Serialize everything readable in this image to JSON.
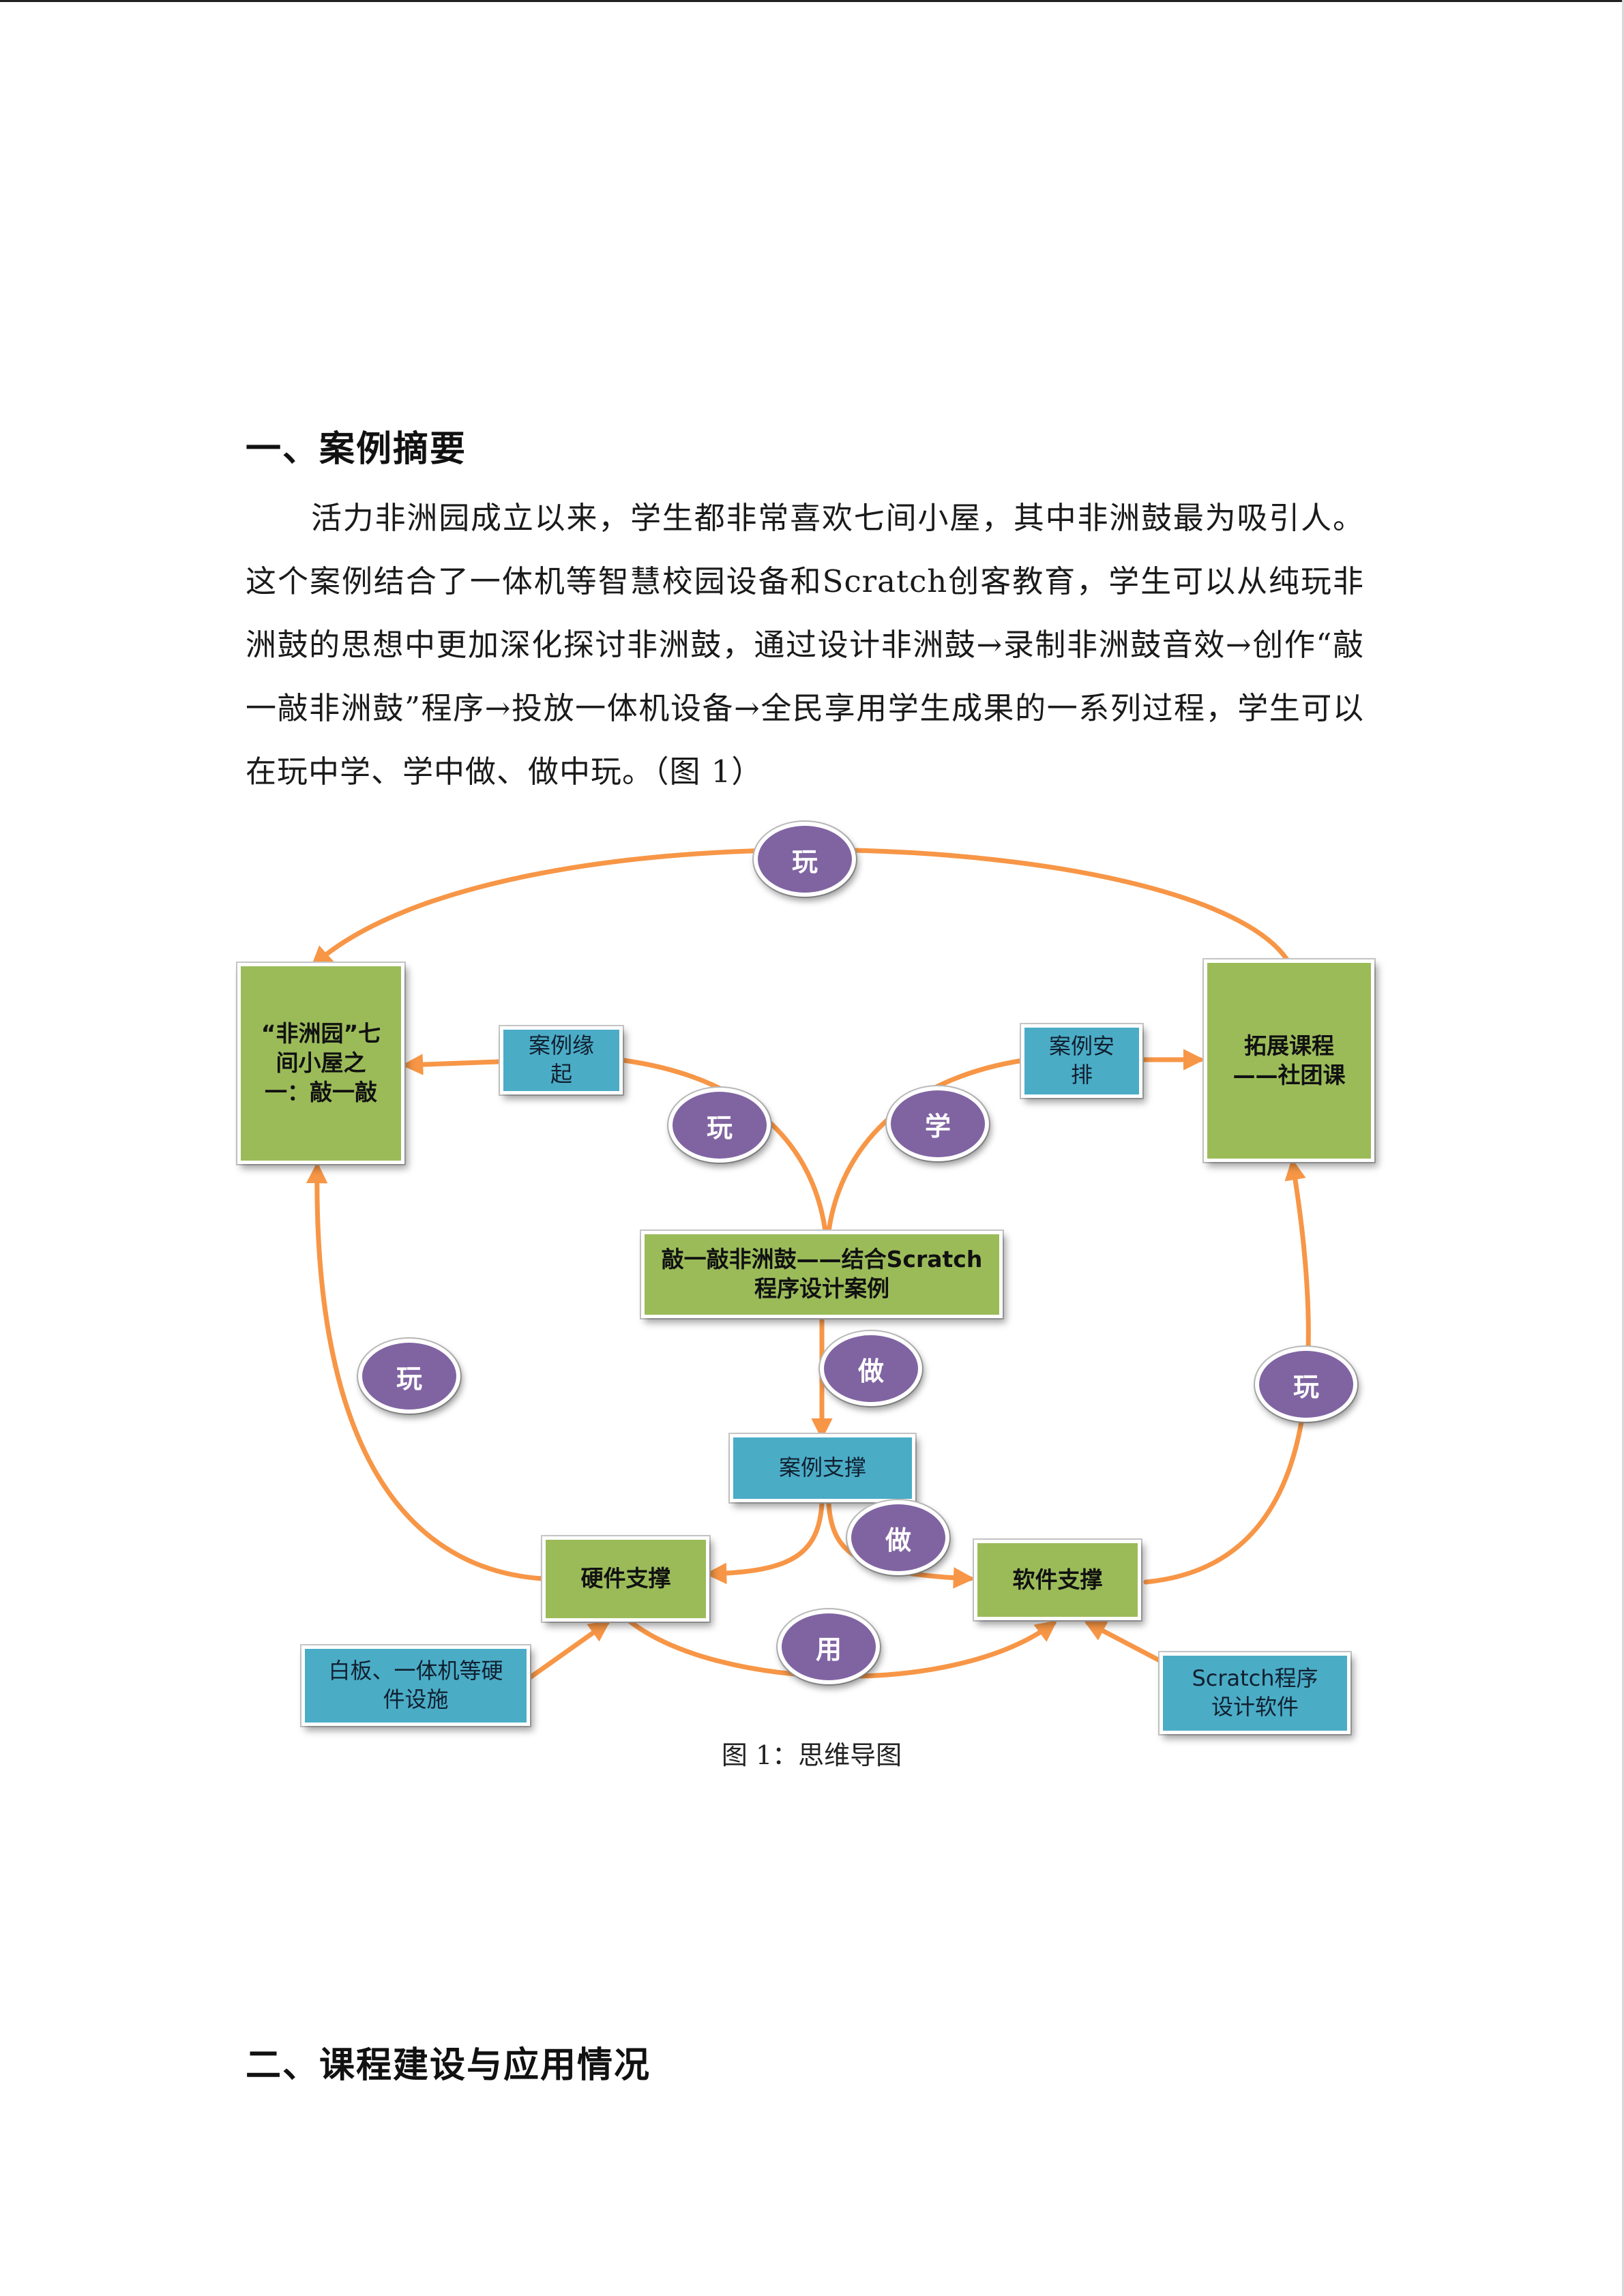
{
  "section1": {
    "heading": "一、案例摘要"
  },
  "summary": {
    "text": "活力非洲园成立以来，学生都非常喜欢七间小屋，其中非洲鼓最为吸引人。这个案例结合了一体机等智慧校园设备和Scratch创客教育，学生可以从纯玩非洲鼓的思想中更加深化探讨非洲鼓，通过设计非洲鼓→录制非洲鼓音效→创作“敲一敲非洲鼓”程序→投放一体机设备→全民享用学生成果的一系列过程，学生可以在玩中学、学中做、做中玩。（图 1）"
  },
  "mindmap": {
    "colors": {
      "green": "#9bbb59",
      "blue": "#4bacc6",
      "purple": "#8064a2",
      "arrow": "#f79646"
    },
    "nodes": {
      "left_main": "“非洲园”七间小屋之一：敲一敲",
      "right_main": "拓展课程——社团课",
      "center": "敲一敲非洲鼓——结合Scratch程序设计案例",
      "case_origin": "案例缘起",
      "case_plan": "案例安排",
      "case_support": "案例支撑",
      "hardware_support": "硬件支撑",
      "software_support": "软件支撑",
      "hardware_items": "白板、一体机等硬件设施",
      "software_items": "Scratch程序设计软件"
    },
    "labels": {
      "top": "玩",
      "left_upper": "玩",
      "right_upper": "学",
      "center_down": "做",
      "left_side": "玩",
      "right_side": "玩",
      "lower_mid": "做",
      "bottom": "用"
    }
  },
  "figure": {
    "caption": "图 1：思维导图"
  },
  "section2": {
    "heading": "二、课程建设与应用情况"
  }
}
